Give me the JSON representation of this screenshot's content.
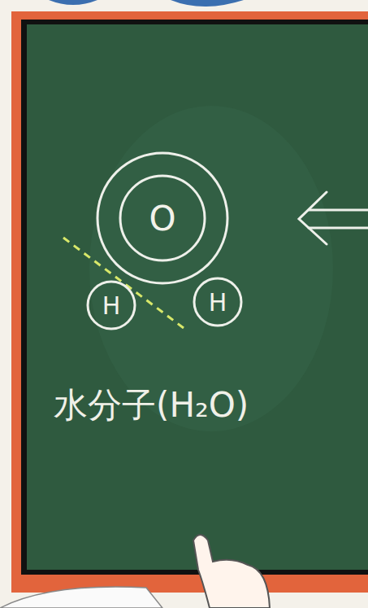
{
  "diagram": {
    "nodes": [
      {
        "text": [
          "O"
        ]
      },
      {
        "text": [
          "H"
        ]
      },
      {
        "text": [
          "H"
        ]
      }
    ],
    "labels": [
      "水分子(H₂O)"
    ]
  }
}
